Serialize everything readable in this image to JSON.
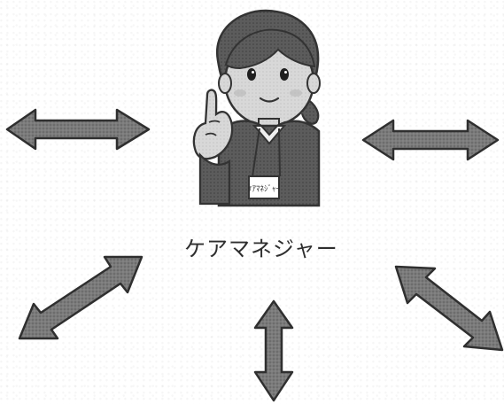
{
  "center": {
    "label": "ケアマネジャー",
    "name_tag_text": "ｹｱﾏﾈｼﾞｬｰ"
  },
  "arrows": [
    {
      "name": "upper-left-arrow",
      "direction": "horizontal"
    },
    {
      "name": "upper-right-arrow",
      "direction": "horizontal"
    },
    {
      "name": "lower-left-arrow",
      "direction": "diagonal"
    },
    {
      "name": "bottom-center-arrow",
      "direction": "vertical"
    },
    {
      "name": "lower-right-arrow",
      "direction": "diagonal"
    }
  ],
  "colors": {
    "arrow_fill": "#6b6b6b",
    "arrow_stroke": "#2f2f2f",
    "person_fill": "#d9d9d9",
    "person_stroke": "#333333"
  }
}
